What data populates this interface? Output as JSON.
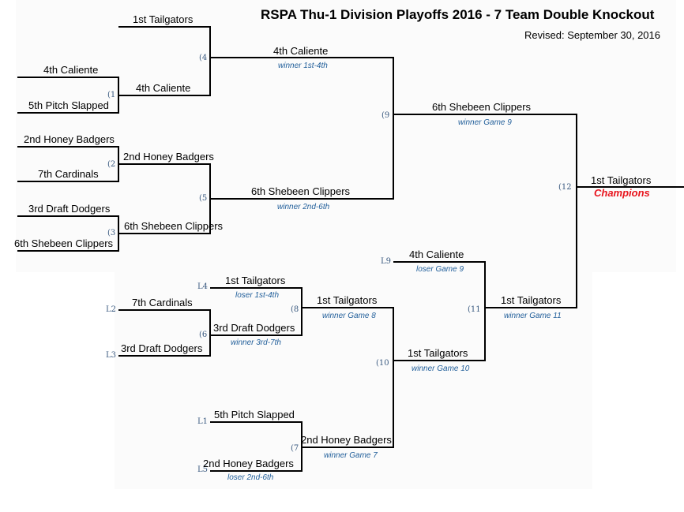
{
  "title": "RSPA Thu-1 Division Playoffs 2016 - 7 Team Double Knockout",
  "revised": "Revised: September 30, 2016",
  "winners_bracket": {
    "seed_1": "1st Tailgators",
    "game1": {
      "label": "(1",
      "top": "4th Caliente",
      "bottom": "5th Pitch Slapped",
      "winner": "4th Caliente"
    },
    "game2": {
      "label": "(2",
      "top": "2nd Honey Badgers",
      "bottom": "7th Cardinals",
      "winner": "2nd Honey Badgers"
    },
    "game3": {
      "label": "(3",
      "top": "3rd Draft Dodgers",
      "bottom": "6th Shebeen Clippers",
      "winner": "6th Shebeen Clippers"
    },
    "game4": {
      "label": "(4",
      "winner": "4th Caliente",
      "note": "winner 1st-4th"
    },
    "game5": {
      "label": "(5",
      "winner": "6th Shebeen Clippers",
      "note": "winner 2nd-6th"
    },
    "game9": {
      "label": "(9",
      "winner": "6th Shebeen Clippers",
      "note": "winner Game 9"
    },
    "game12": {
      "label": "(12",
      "winner": "1st Tailgators",
      "note": "Champions"
    }
  },
  "losers_bracket": {
    "l4": {
      "label": "L4",
      "team": "1st Tailgators",
      "note": "loser 1st-4th"
    },
    "l2": {
      "label": "L2",
      "team": "7th Cardinals"
    },
    "l3": {
      "label": "L3",
      "team": "3rd Draft Dodgers"
    },
    "game6": {
      "label": "(6",
      "winner": "3rd Draft Dodgers",
      "note": "winner 3rd-7th"
    },
    "game8": {
      "label": "(8",
      "winner": "1st Tailgators",
      "note": "winner Game 8"
    },
    "l1": {
      "label": "L1",
      "team": "5th Pitch Slapped"
    },
    "l5": {
      "label": "L5",
      "team": "2nd Honey Badgers",
      "note": "loser 2nd-6th"
    },
    "game7": {
      "label": "(7",
      "winner": "2nd Honey Badgers",
      "note": "winner Game 7"
    },
    "game10": {
      "label": "(10",
      "winner": "1st Tailgators",
      "note": "winner Game 10"
    },
    "l9": {
      "label": "L9",
      "team": "4th Caliente",
      "note": "loser Game 9"
    },
    "game11": {
      "label": "(11",
      "winner": "1st Tailgators",
      "note": "winner Game 11"
    }
  }
}
